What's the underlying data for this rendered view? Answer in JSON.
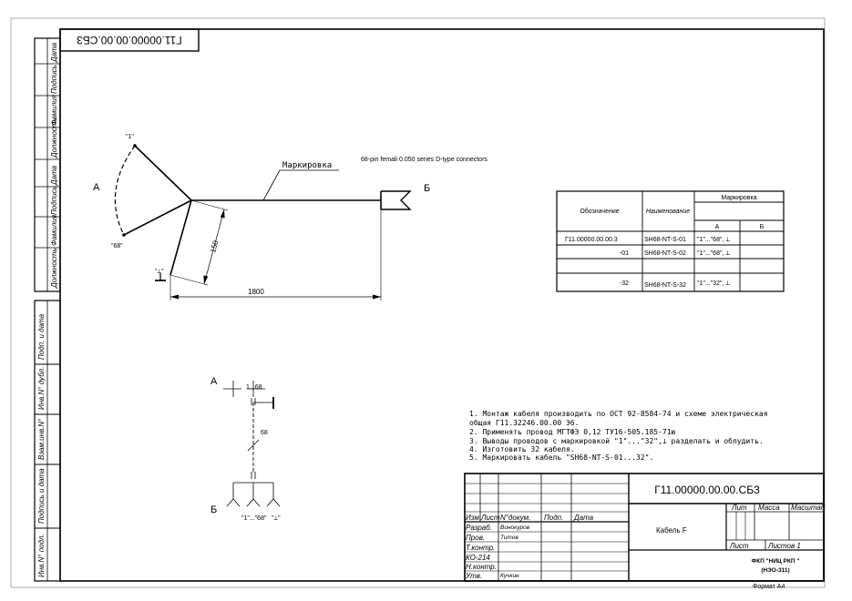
{
  "stamp_top": "Г11.00000.00.00.СБ3",
  "left_column": {
    "top_cells": [
      "Дата",
      "Подпись",
      "Фамилия",
      "Должность",
      "Дата",
      "Подпись",
      "Фамилия",
      "Должность"
    ],
    "bottom_cells": [
      "Подп. и дата",
      "Инв.N° дубл.",
      "Взам.инв.N°",
      "Подпись и дата",
      "Инв.N° подл."
    ]
  },
  "drawing": {
    "label_a": "А",
    "label_b": "Б",
    "pin_first": "\"1\"",
    "pin_last": "\"68\"",
    "ground_label": "\"⟂\"",
    "marking_label": "Маркировка",
    "connector_note": "68-pin femali 0.050 series D-type connectors",
    "dim_length": "1800",
    "dim_branch": "150"
  },
  "schematic": {
    "label_a": "А",
    "label_b": "Б",
    "range_top": "1...68",
    "wire_count": "68",
    "bottom_pins": "\"1\"...\"68\"",
    "bottom_ground": "\"⟂\""
  },
  "marking_table": {
    "headers": {
      "designation": "Обозначение",
      "name": "Наименование",
      "marking": "Маркировка",
      "col_a": "А",
      "col_b": "Б"
    },
    "rows": [
      {
        "designation": "Г11.00000.00.00.3",
        "name": "SH68-NT-S-01",
        "a": "\"1\"...\"68\", ⟂",
        "b": ""
      },
      {
        "designation": "-01",
        "name": "SH68-NT-S-02",
        "a": "\"1\"...\"68\", ⟂",
        "b": ""
      },
      {
        "designation": "",
        "name": "",
        "a": "",
        "b": ""
      },
      {
        "designation": "-32",
        "name": "SH68-NT-S-32",
        "a": "\"1\"...\"32\", ⟂",
        "b": ""
      }
    ]
  },
  "notes": [
    "1. Монтаж кабеля производить по ОСТ 92-8584-74 и схеме электрическая",
    "общая Г11.32246.00.00 Э6.",
    "2. Применять провод МГТФЭ 0,12 ТУ16-505.185-71ю",
    "3. Выводы проводов с маркировкой \"1\"...\"32\",⟂ разделать и облудить.",
    "4. Изготовить 32 кабеля.",
    "5. Маркировать кабель \"SH68-NT-S-01...32\"."
  ],
  "title_block": {
    "designation": "Г11.00000.00.00.СБ3",
    "product_name": "Кабель F",
    "header_labels": [
      "Изм.",
      "Лист",
      "N°докум.",
      "Подп.",
      "Дата"
    ],
    "roles": [
      {
        "role": "Разраб.",
        "name": "Винокуров"
      },
      {
        "role": "Пров.",
        "name": "Титов"
      },
      {
        "role": "Т.контр.",
        "name": ""
      },
      {
        "role": "КО-214",
        "name": ""
      },
      {
        "role": "Н.контр.",
        "name": ""
      },
      {
        "role": "Утв.",
        "name": "Кучкин"
      }
    ],
    "lit": "Лит",
    "mass": "Масса",
    "scale": "Масштаб",
    "sheet": "Лист",
    "sheets": "Листов 1",
    "org_line1": "ФКП \"НИЦ РКП \"",
    "org_line2": "(НЭО-311)",
    "format": "Формат А4"
  }
}
